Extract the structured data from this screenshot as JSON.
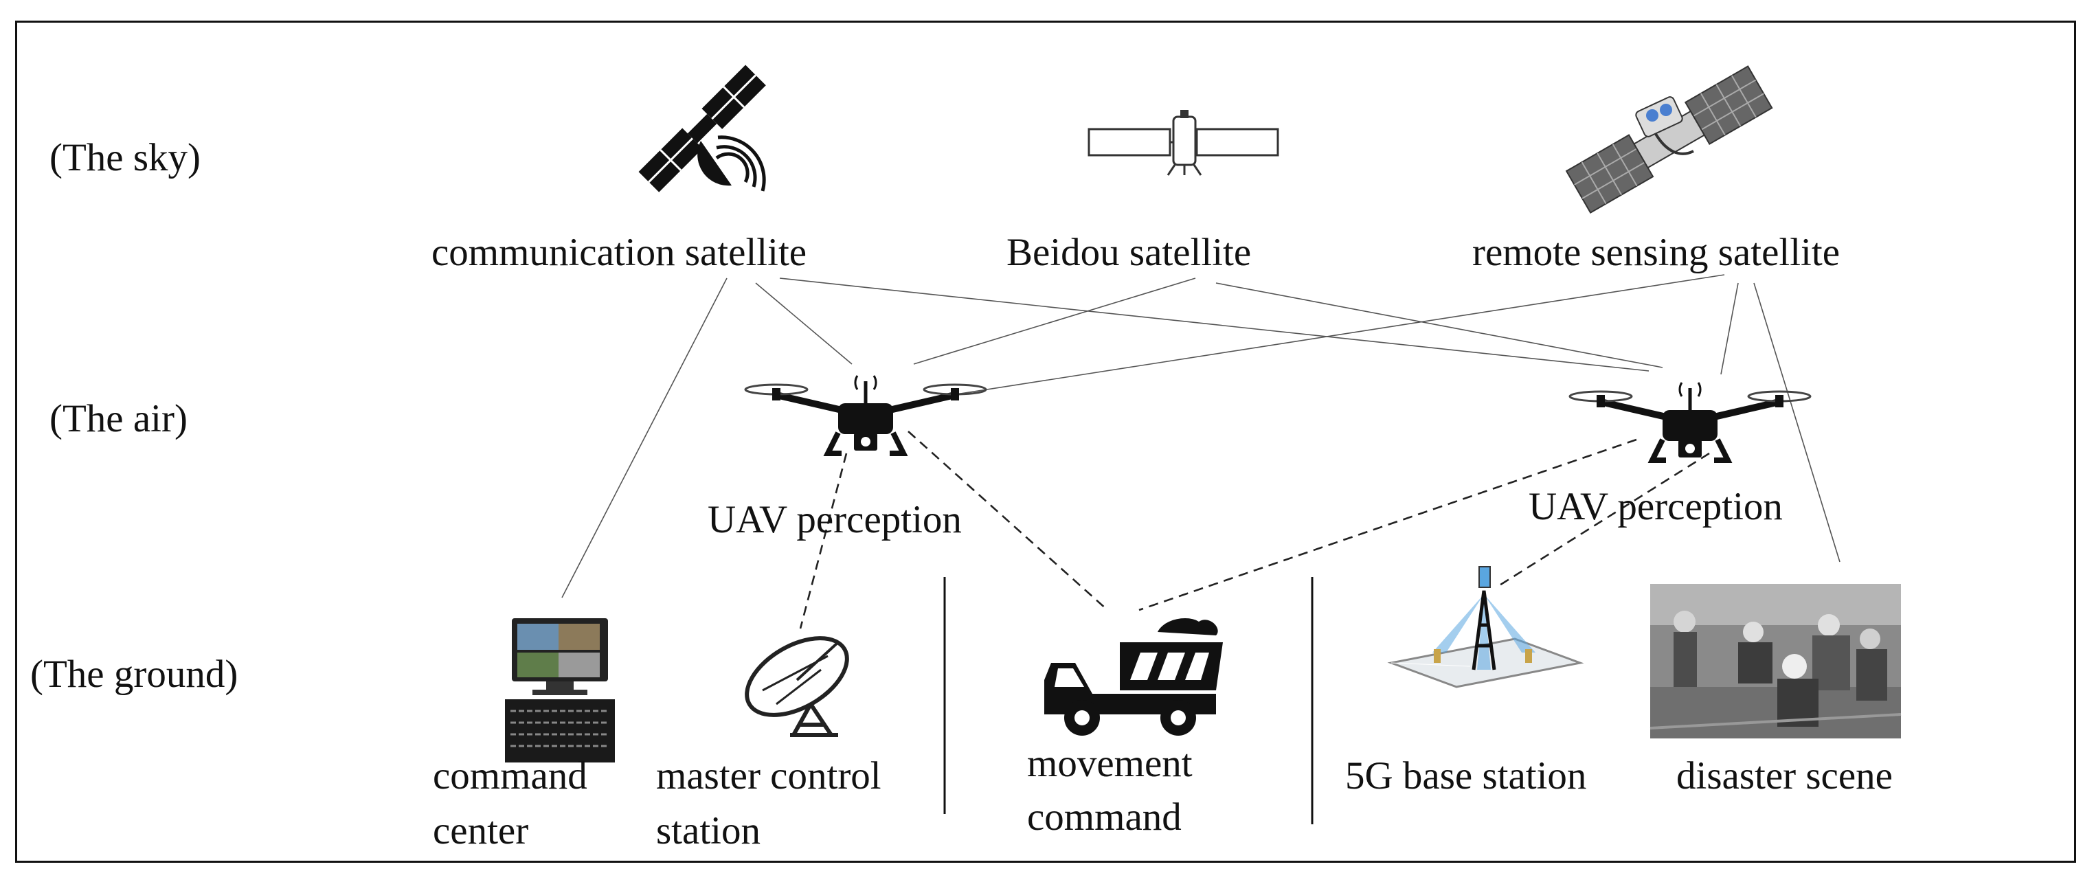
{
  "tiers": {
    "sky": "(The sky)",
    "air": "(The air)",
    "ground": "(The ground)"
  },
  "nodes": {
    "communication_satellite": "communication satellite",
    "beidou_satellite": "Beidou satellite",
    "remote_sensing_satellite": "remote sensing satellite",
    "uav_left": "UAV perception",
    "uav_right": "UAV perception",
    "command_center": [
      "command",
      "center"
    ],
    "master_control_station": [
      "master control",
      "station"
    ],
    "movement_command": [
      "movement",
      "command"
    ],
    "base_station_5g": "5G base station",
    "disaster_scene": "disaster scene"
  },
  "icons": {
    "communication_satellite": "satellite-dish-icon",
    "beidou_satellite": "satellite-panels-icon",
    "remote_sensing_satellite": "satellite-sensing-icon",
    "uav": "drone-icon",
    "command_center": "monitor-server-icon",
    "master_control_station": "radar-dish-icon",
    "movement_command": "dump-truck-icon",
    "base_station_5g": "cell-tower-icon",
    "disaster_scene": "rescue-photo-icon"
  },
  "link_styles": {
    "solid_thin": "satellite/uav to ground solid link",
    "dashed": "uav to ground dashed link"
  }
}
